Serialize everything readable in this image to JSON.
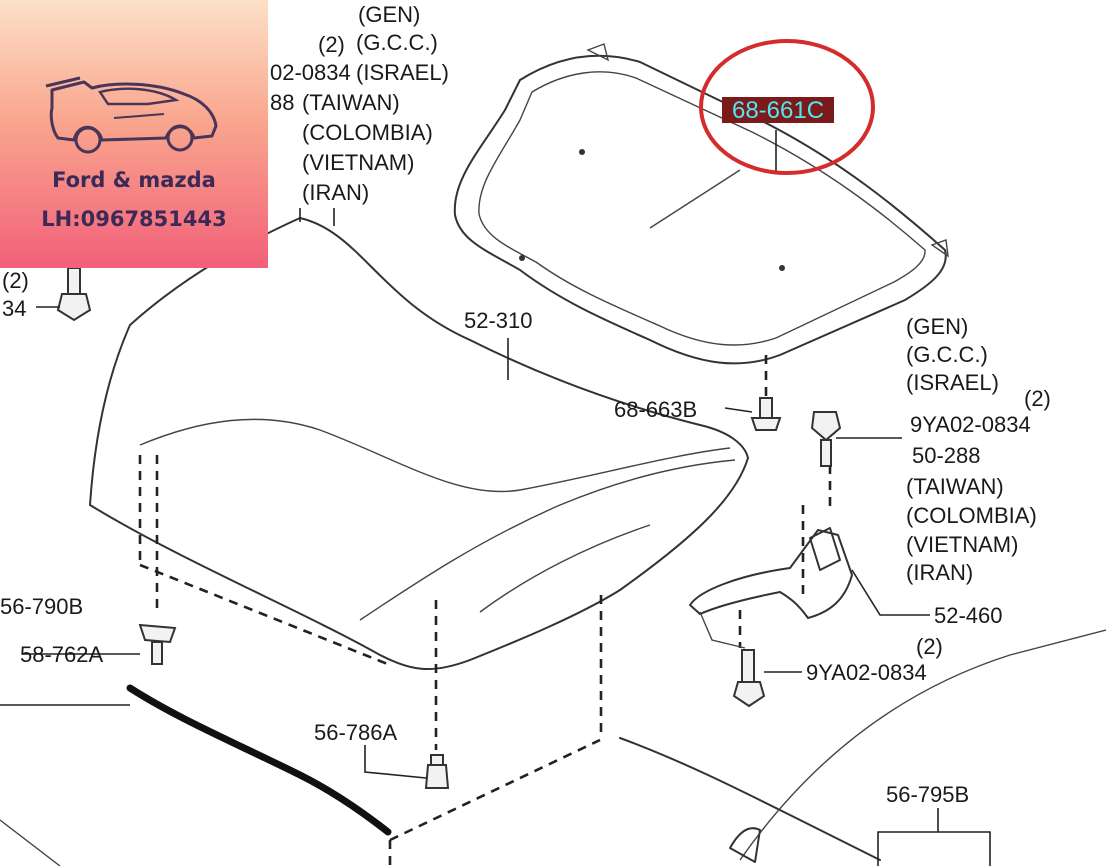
{
  "logo": {
    "brand_text": "Ford & mazda",
    "contact_text": "LH:0967851443"
  },
  "labels": {
    "top_gen": "(GEN)",
    "top_gcc": "(G.C.C.)",
    "top_qty": "(2)",
    "top_israel": "(ISRAEL)",
    "top_part_a": "02-0834",
    "top_part_b": "88",
    "top_taiwan": "(TAIWAN)",
    "top_colombia": "(COLOMBIA)",
    "top_vietnam": "(VIETNAM)",
    "top_iran": "(IRAN)",
    "left_qty": "(2)",
    "left_part": "34",
    "insulator": "68-661C",
    "hood": "52-310",
    "clip": "68-663B",
    "right_gen": "(GEN)",
    "right_gcc": "(G.C.C.)",
    "right_israel": "(ISRAEL)",
    "right_qty": "(2)",
    "right_bolt_a": "9YA02-0834",
    "right_bolt_b": "50-288",
    "right_taiwan": "(TAIWAN)",
    "right_colombia": "(COLOMBIA)",
    "right_vietnam": "(VIETNAM)",
    "right_iran": "(IRAN)",
    "hinge": "52-460",
    "lower_qty": "(2)",
    "lower_bolt": "9YA02-0834",
    "seal_a": "56-790B",
    "clip_b": "58-762A",
    "bumper": "56-786A",
    "cable": "56-795B"
  },
  "colors": {
    "highlight_circle": "#d42c2c",
    "highlight_bg": "#7a1a1a",
    "highlight_text": "#52e6f0",
    "logo_text": "#3b2a55"
  }
}
